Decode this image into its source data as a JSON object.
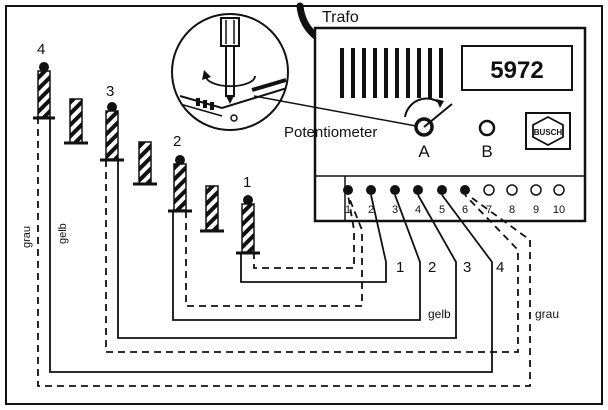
{
  "labels": {
    "trafo": "Trafo",
    "model": "5972",
    "potentiometer": "Potentiometer",
    "output_a": "A",
    "output_b": "B",
    "brand": "BUSCH",
    "grau_left": "grau",
    "gelb_left": "gelb",
    "gelb_bottom": "gelb",
    "grau_right": "grau"
  },
  "terminals": [
    "1",
    "2",
    "3",
    "4",
    "5",
    "6",
    "7",
    "8",
    "9",
    "10"
  ],
  "signal_numbers": [
    "1",
    "2",
    "3",
    "4"
  ],
  "cable_numbers": [
    "1",
    "2",
    "3",
    "4"
  ]
}
